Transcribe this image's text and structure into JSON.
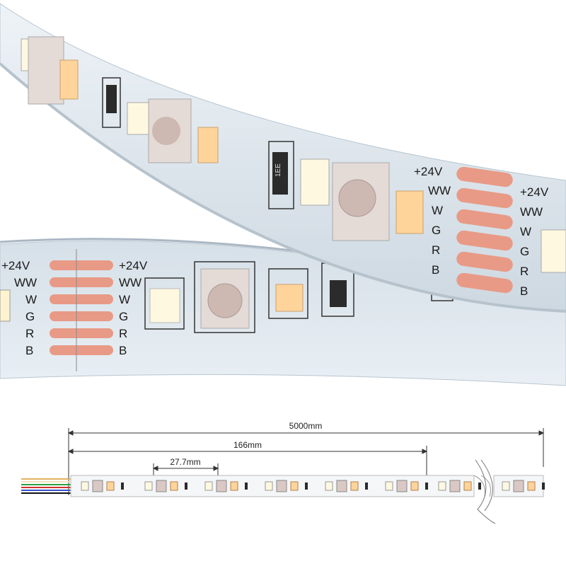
{
  "strip_labels": [
    "+24V",
    "WW",
    "W",
    "G",
    "R",
    "B"
  ],
  "resistor_code": "1EE",
  "dimensions": {
    "total": "5000mm",
    "cut_segment": "166mm",
    "led_pitch": "27.7mm"
  },
  "colors": {
    "pcb": "#dfe7ee",
    "pad": "#e89a86",
    "led_white": "#fff8e0",
    "led_warm": "#ffd49a",
    "rgb_led": "#d9c8c4",
    "resistor": "#2b2b2b",
    "trace": "#2a2a2a"
  }
}
